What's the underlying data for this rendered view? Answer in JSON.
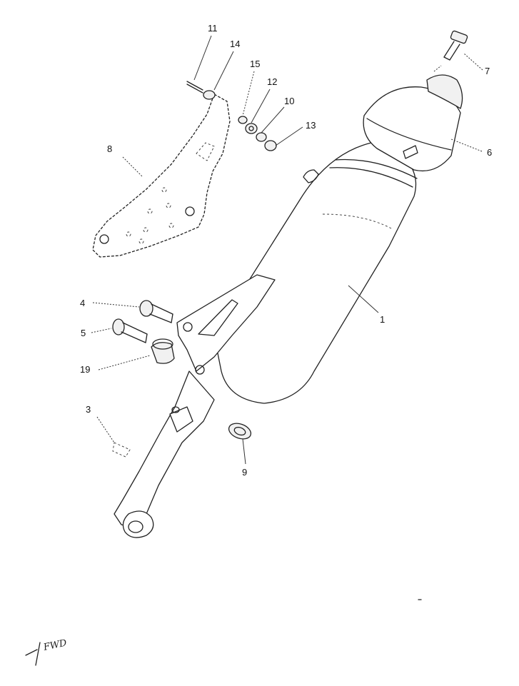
{
  "diagram": {
    "callouts": [
      {
        "id": "callout-1",
        "text": "1"
      },
      {
        "id": "callout-3",
        "text": "3"
      },
      {
        "id": "callout-4",
        "text": "4"
      },
      {
        "id": "callout-5",
        "text": "5"
      },
      {
        "id": "callout-6",
        "text": "6"
      },
      {
        "id": "callout-7",
        "text": "7"
      },
      {
        "id": "callout-8",
        "text": "8"
      },
      {
        "id": "callout-9",
        "text": "9"
      },
      {
        "id": "callout-10",
        "text": "10"
      },
      {
        "id": "callout-11",
        "text": "11"
      },
      {
        "id": "callout-12",
        "text": "12"
      },
      {
        "id": "callout-13",
        "text": "13"
      },
      {
        "id": "callout-14",
        "text": "14"
      },
      {
        "id": "callout-15",
        "text": "15"
      },
      {
        "id": "callout-19",
        "text": "19"
      }
    ],
    "fwd_mark": "FWD"
  }
}
